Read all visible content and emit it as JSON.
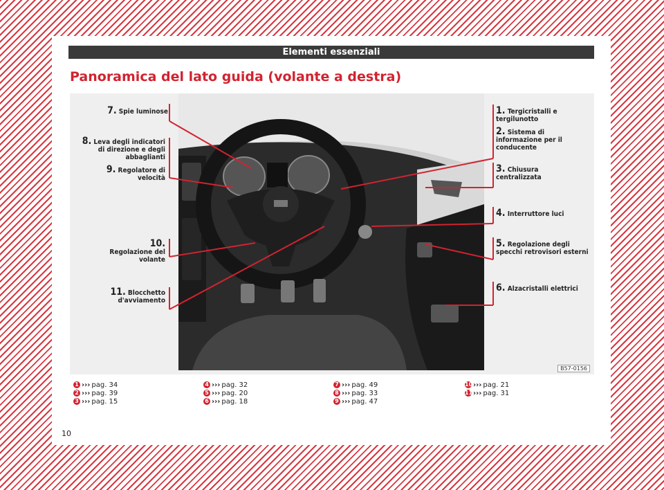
{
  "header": {
    "section_title": "Elementi essenziali"
  },
  "title": "Panoramica del lato guida (volante a destra)",
  "figure": {
    "code": "B57-0156",
    "callouts_left": [
      {
        "num": "7.",
        "text": "Spie luminose"
      },
      {
        "num": "8.",
        "text": "Leva degli indicatori di direzione e degli abbaglianti"
      },
      {
        "num": "9.",
        "text": "Regolatore di velocità"
      },
      {
        "num": "10.",
        "text": "Regolazione del volante"
      },
      {
        "num": "11.",
        "text": "Blocchetto d'avviamento"
      }
    ],
    "callouts_right": [
      {
        "num": "1.",
        "text": "Tergicristalli e tergilunotto"
      },
      {
        "num": "2.",
        "text": "Sistema di informazione per il conducente"
      },
      {
        "num": "3.",
        "text": "Chiusura centralizzata"
      },
      {
        "num": "4.",
        "text": "Interruttore luci"
      },
      {
        "num": "5.",
        "text": "Regolazione degli specchi retrovisori esterni"
      },
      {
        "num": "6.",
        "text": "Alzacristalli elettrici"
      }
    ]
  },
  "references": [
    [
      {
        "n": "1",
        "arrow": "›››",
        "page": "pag. 34"
      },
      {
        "n": "2",
        "arrow": "›››",
        "page": "pag. 39"
      },
      {
        "n": "3",
        "arrow": "›››",
        "page": "pag. 15"
      }
    ],
    [
      {
        "n": "4",
        "arrow": "›››",
        "page": "pag. 32"
      },
      {
        "n": "5",
        "arrow": "›››",
        "page": "pag. 20"
      },
      {
        "n": "6",
        "arrow": "›››",
        "page": "pag. 18"
      }
    ],
    [
      {
        "n": "7",
        "arrow": "›››",
        "page": "pag. 49"
      },
      {
        "n": "8",
        "arrow": "›››",
        "page": "pag. 33"
      },
      {
        "n": "9",
        "arrow": "›››",
        "page": "pag. 47"
      }
    ],
    [
      {
        "n": "10",
        "arrow": "›››",
        "page": "pag. 21"
      },
      {
        "n": "11",
        "arrow": "›››",
        "page": "pag. 31"
      }
    ]
  ],
  "page_number": "10",
  "colors": {
    "accent": "#d12330",
    "header_bg": "#3a3a3a"
  }
}
